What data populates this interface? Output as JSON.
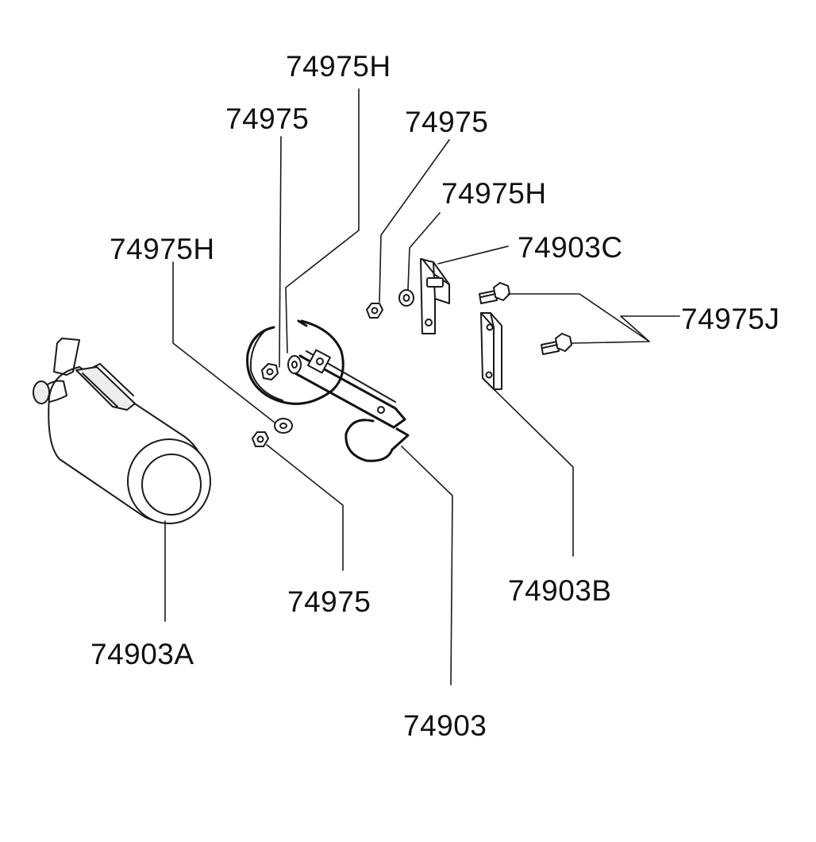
{
  "labels": {
    "l1": "74975H",
    "l2": "74975",
    "l3": "74975",
    "l4": "74975H",
    "l5": "74975H",
    "l6": "74903C",
    "l7": "74975J",
    "l8": "74975",
    "l9": "74903B",
    "l10": "74903A",
    "l11": "74903"
  },
  "colors": {
    "ink": "#111111",
    "background": "#ffffff"
  }
}
